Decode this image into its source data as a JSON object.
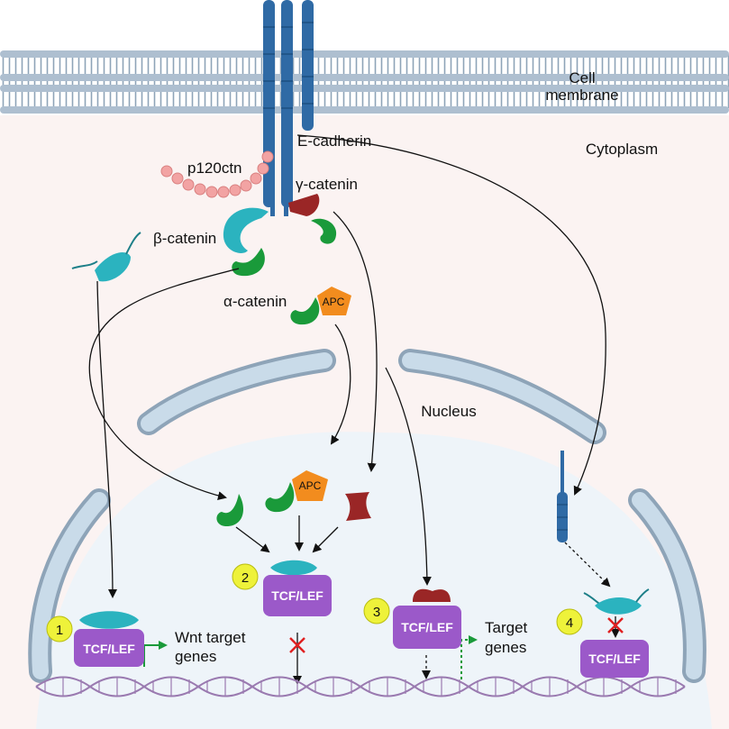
{
  "labels": {
    "membrane": [
      "Cell",
      "membrane"
    ],
    "cytoplasm": "Cytoplasm",
    "nucleus": "Nucleus",
    "e_cadherin": "E-cadherin",
    "p120ctn": "p120ctn",
    "gamma_catenin": "γ-catenin",
    "beta_catenin": "β-catenin",
    "alpha_catenin": "α-catenin",
    "apc": "APC",
    "tcf_lef": "TCF/LEF",
    "wnt_target_genes": [
      "Wnt target",
      "genes"
    ],
    "target_genes": [
      "Target",
      "genes"
    ]
  },
  "steps": [
    "1",
    "2",
    "3",
    "4"
  ],
  "colors": {
    "membrane": "#aebfd0",
    "cadherin": "#2f6aa5",
    "p120": "#f2a3a3",
    "beta_catenin": "#2bb3bf",
    "alpha_catenin": "#1a9a3a",
    "gamma_catenin": "#9a2626",
    "apc": "#f28c1e",
    "tcf_lef": "#9b59c9",
    "step_badge": "#eef23a",
    "nuclear_envelope": "#c9dbe9",
    "nucleus_fill": "#eef4f9",
    "cytoplasm_fill": "#fbf3f2",
    "dna": "#9a7ab0",
    "activation_arrow": "#1a9a3a",
    "block_mark": "#e02020"
  }
}
